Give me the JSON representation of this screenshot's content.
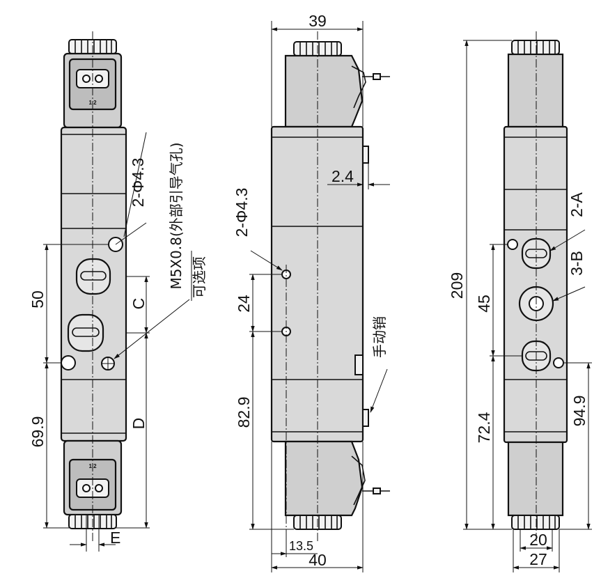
{
  "views": {
    "left": {
      "hole_callout": "2-Φ4.3",
      "pilot_callout": "M5X0.8(外部引导气孔)",
      "pilot_note": "可选项",
      "dim_50": "50",
      "dim_69_9": "69.9",
      "dim_c": "C",
      "dim_d": "D",
      "dim_e": "E",
      "coil_pin_top": "1  2",
      "coil_pin_bottom": "1  2"
    },
    "middle": {
      "dim_39": "39",
      "dim_2_4": "2.4",
      "hole_callout": "2-Φ4.3",
      "dim_24": "24",
      "dim_82_9": "82.9",
      "manual_label": "手动销",
      "dim_13_5": "13.5",
      "dim_40": "40"
    },
    "right": {
      "dim_209": "209",
      "port_a": "2-A",
      "port_b": "3-B",
      "dim_45": "45",
      "dim_72_4": "72.4",
      "dim_94_9": "94.9",
      "dim_20": "20",
      "dim_27": "27"
    }
  }
}
